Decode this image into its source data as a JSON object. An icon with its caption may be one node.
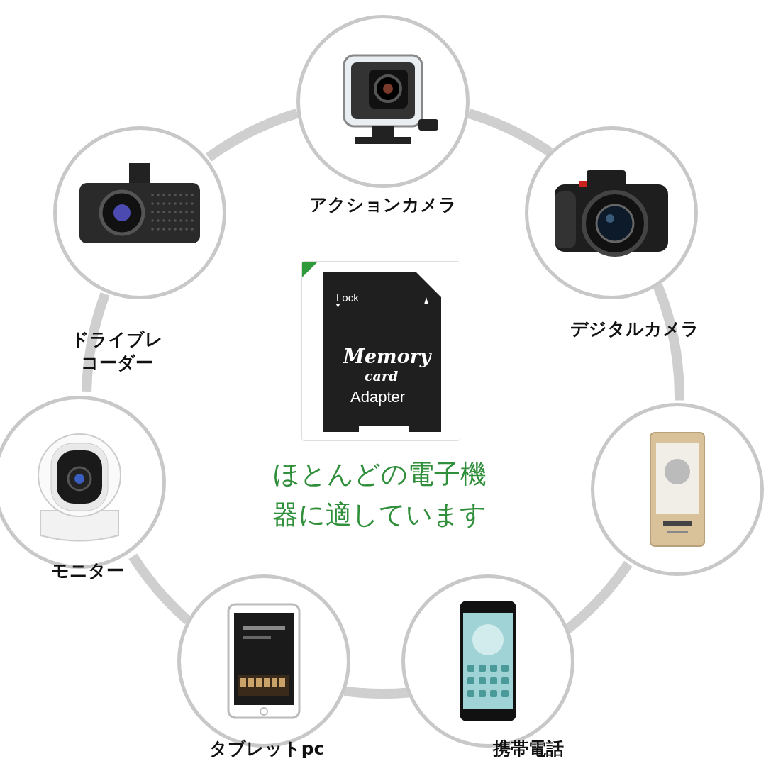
{
  "diagram": {
    "nodes": [
      {
        "text": [],
        "shape": "picture",
        "beside": [
          "アクションカメラ"
        ]
      },
      {
        "text": [],
        "shape": "picture",
        "beside": [
          "ドライブレコーダー"
        ]
      },
      {
        "text": [],
        "shape": "picture",
        "beside": [
          "デジタルカメラ"
        ]
      },
      {
        "text": [
          "Lock",
          "Memory",
          "card",
          "Adapter"
        ]
      },
      {
        "text": [],
        "shape": "picture",
        "beside": [
          "モニター"
        ]
      },
      {
        "text": [],
        "shape": "picture"
      },
      {
        "text": [],
        "shape": "picture",
        "beside": [
          "タブレットpc"
        ]
      },
      {
        "text": [],
        "shape": "picture",
        "beside": [
          "携帯電話"
        ]
      }
    ],
    "edges": [
      {
        "from": 0,
        "to": 2,
        "arrow": "none"
      },
      {
        "from": 2,
        "to": 5,
        "arrow": "none"
      },
      {
        "from": 5,
        "to": 7,
        "arrow": "none"
      },
      {
        "from": 7,
        "to": 6,
        "arrow": "none"
      },
      {
        "from": 6,
        "to": 4,
        "arrow": "none"
      },
      {
        "from": 4,
        "to": 1,
        "arrow": "none"
      },
      {
        "from": 1,
        "to": 0,
        "arrow": "none"
      }
    ],
    "labels": [
      "ほとんどの電子機器に適しています"
    ]
  }
}
